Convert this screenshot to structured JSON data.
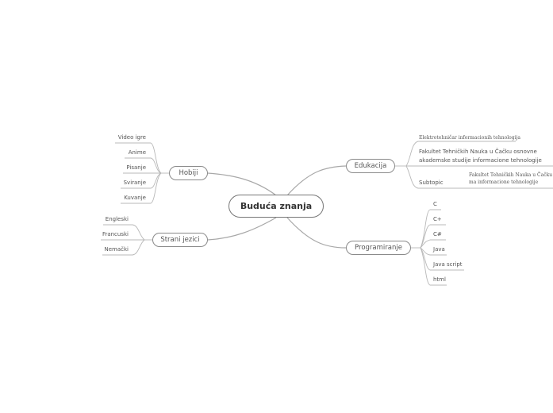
{
  "central": {
    "label": "Buduća znanja"
  },
  "branches": {
    "hobiji": {
      "label": "Hobiji",
      "children": [
        "Video igre",
        "Anime",
        "Pisanje",
        "Sviranje",
        "Kuvanje"
      ]
    },
    "strani_jezici": {
      "label": "Strani jezici",
      "children": [
        "Engleski",
        "Francuski",
        "Nemački"
      ]
    },
    "edukacija": {
      "label": "Edukacija",
      "children": [
        "Elektrotehničar informacionih tehnologija",
        "Fakultet Tehničkih Nauka u Čačku osnovne akademske studije informacione tehnologije",
        "Subtopic"
      ],
      "subtopic_child": "Fakultet Tehničkih Nauka u Čačku ma informacione tehnologije"
    },
    "programiranje": {
      "label": "Programiranje",
      "children": [
        "C",
        "C+",
        "C#",
        "Java",
        "Java script",
        "html"
      ]
    }
  },
  "colors": {
    "line": "#a8a8a8",
    "node_border": "#8a8a8a",
    "text": "#444444"
  }
}
